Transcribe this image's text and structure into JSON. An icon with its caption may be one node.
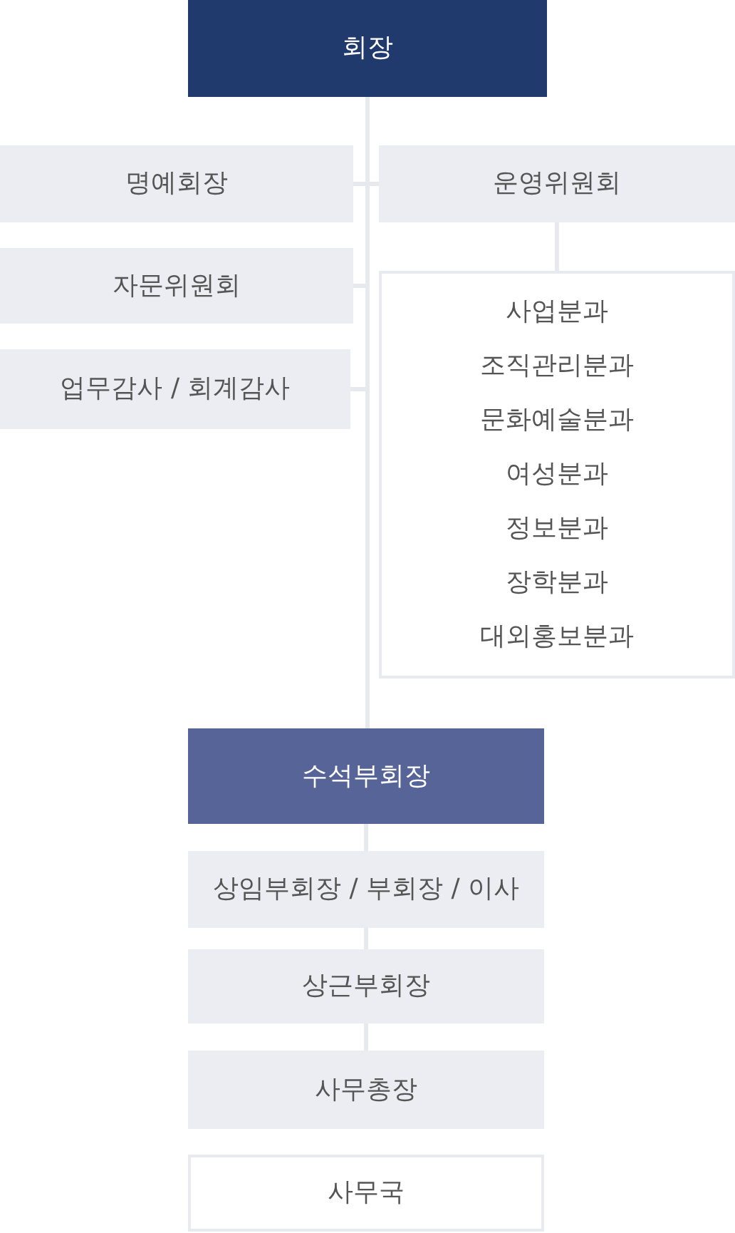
{
  "diagram": {
    "nodes": [
      {
        "text": [
          "회장"
        ]
      },
      {
        "text": [
          "명예회장"
        ]
      },
      {
        "text": [
          "운영위원회"
        ]
      },
      {
        "text": [
          "자문위원회"
        ]
      },
      {
        "text": [
          "업무감사 / 회계감사"
        ]
      },
      {
        "text": [
          "사업분과",
          "조직관리분과",
          "문화예술분과",
          "여성분과",
          "정보분과",
          "장학분과",
          "대외홍보분과"
        ]
      },
      {
        "text": [
          "수석부회장"
        ]
      },
      {
        "text": [
          "상임부회장 / 부회장 / 이사"
        ]
      },
      {
        "text": [
          "상근부회장"
        ]
      },
      {
        "text": [
          "사무총장"
        ]
      },
      {
        "text": [
          "사무국"
        ]
      }
    ],
    "edges": [
      {
        "from": 0,
        "to": 1,
        "arrow": "none"
      },
      {
        "from": 0,
        "to": 2,
        "arrow": "none"
      },
      {
        "from": 0,
        "to": 3,
        "arrow": "none"
      },
      {
        "from": 0,
        "to": 4,
        "arrow": "none"
      },
      {
        "from": 2,
        "to": 5,
        "arrow": "none"
      },
      {
        "from": 0,
        "to": 6,
        "arrow": "none"
      },
      {
        "from": 6,
        "to": 7,
        "arrow": "none"
      },
      {
        "from": 7,
        "to": 8,
        "arrow": "none"
      },
      {
        "from": 8,
        "to": 9,
        "arrow": "none"
      }
    ]
  }
}
